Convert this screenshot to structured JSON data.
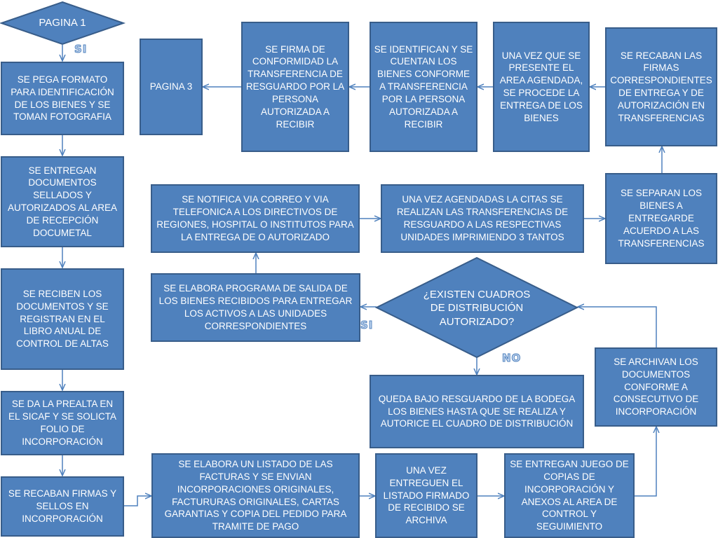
{
  "diagram": {
    "colors": {
      "box_fill": "#4f81bd",
      "box_border": "#385d8a",
      "arrow": "#4f81bd",
      "label": "#c6d9f1"
    },
    "start": "PAGINA 1",
    "label_si_top": "SI",
    "label_si_mid": "SI",
    "label_no": "NO",
    "decision": "¿EXISTEN CUADROS DE DISTRIBUCIÓN AUTORIZADO?",
    "boxes": {
      "pega_formato": "SE PEGA FORMATO PARA IDENTIFICACIÓN DE LOS BIENES Y SE TOMAN FOTOGRAFIA",
      "pagina3": "PAGINA 3",
      "firma_conformidad": "SE FIRMA DE CONFORMIDAD LA TRANSFERENCIA DE RESGUARDO POR LA PERSONA AUTORIZADA A RECIBIR",
      "identifican": "SE IDENTIFICAN Y SE CUENTAN LOS BIENES CONFORME A TRANSFERENCIA POR LA PERSONA AUTORIZADA A RECIBIR",
      "una_vez_presente": "UNA VEZ QUE SE PRESENTE EL AREA AGENDADA, SE PROCEDE LA ENTREGA DE LOS BIENES",
      "recaban_firmas_transf": "SE RECABAN LAS FIRMAS CORRESPONDIENTES DE ENTREGA Y DE AUTORIZACIÓN EN TRANSFERENCIAS",
      "entregan_documentos": "SE ENTREGAN DOCUMENTOS SELLADOS Y AUTORIZADOS AL AREA DE RECEPCIÓN DOCUMETAL",
      "notifica": "SE NOTIFICA VIA CORREO Y VIA TELEFONICA A LOS DIRECTIVOS DE REGIONES, HOSPITAL O INSTITUTOS PARA LA ENTREGA DE O AUTORIZADO",
      "agendadas": "UNA VEZ AGENDADAS LA CITAS SE REALIZAN LAS TRANSFERENCIAS DE RESGUARDO A LAS RESPECTIVAS UNIDADES IMPRIMIENDO 3 TANTOS",
      "separan": "SE SEPARAN LOS BIENES A ENTREGARDE ACUERDO A LAS TRANSFERENCIAS",
      "reciben_documentos": "SE RECIBEN LOS DOCUMENTOS Y SE REGISTRAN EN EL LIBRO ANUAL DE CONTROL DE ALTAS",
      "programa_salida": "SE ELABORA PROGRAMA DE SALIDA DE LOS BIENES RECIBIDOS PARA ENTREGAR LOS ACTIVOS A LAS UNIDADES CORRESPONDIENTES",
      "archivan": "SE ARCHIVAN LOS DOCUMENTOS CONFORME A CONSECUTIVO DE INCORPORACIÓN",
      "prealta": "SE DA LA PREALTA EN EL SICAF Y SE SOLICTA FOLIO DE INCORPORACIÓN",
      "queda_resguardo": "QUEDA BAJO RESGUARDO DE LA BODEGA LOS BIENES HASTA QUE SE REALIZA Y AUTORICE EL CUADRO DE DISTRIBUCIÓN",
      "recaban_firmas_sellos": "SE RECABAN FIRMAS Y SELLOS EN INCORPORACIÓN",
      "listado": "SE ELABORA UN LISTADO DE LAS FACTURAS Y SE ENVIAN INCORPORACIONES ORIGINALES, FACTURURAS ORIGINALES, CARTAS GARANTIAS Y COPIA DEL PEDIDO PARA TRAMITE DE PAGO",
      "una_vez_entreguen": "UNA VEZ ENTREGUEN EL LISTADO FIRMADO DE RECIBIDO SE ARCHIVA",
      "entregan_juego": "SE ENTREGAN JUEGO DE COPIAS DE INCORPORACIÓN Y ANEXOS AL AREA DE CONTROL Y SEGUIMIENTO"
    }
  }
}
